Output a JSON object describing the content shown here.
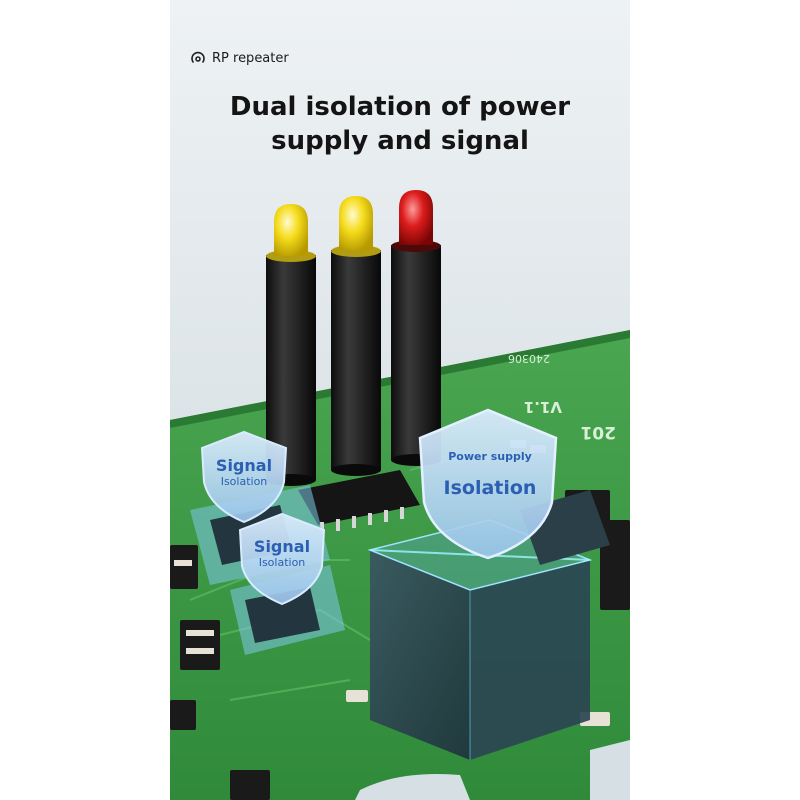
{
  "brand": {
    "label": "RP repeater",
    "icon": "wifi-icon"
  },
  "headline": {
    "line1": "Dual isolation of power",
    "line2": "supply and signal"
  },
  "shields": [
    {
      "title": "Signal",
      "subtitle": "Isolation"
    },
    {
      "title": "Signal",
      "subtitle": "Isolation"
    },
    {
      "title": "Power supply",
      "subtitle": "Isolation"
    }
  ],
  "board": {
    "code": "240306",
    "version": "V1.1",
    "year": "201"
  },
  "led_colors": [
    "#f2d20f",
    "#f2d20f",
    "#d8141c"
  ],
  "pcb_color": "#3f9b46",
  "shield_color": "#a9cdee"
}
